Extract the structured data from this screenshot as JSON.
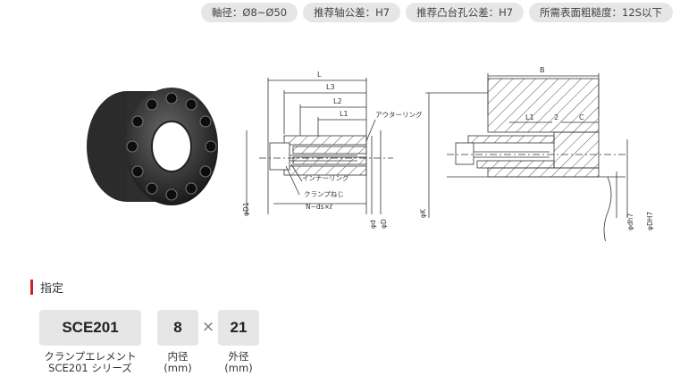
{
  "spec_tags": [
    "軸径：Ø8~Ø50",
    "推荐轴公差：H7",
    "推荐凸台孔公差：H7",
    "所需表面粗糙度：12S以下"
  ],
  "diagram": {
    "left": {
      "L": "L",
      "L3": "L3",
      "L2": "L2",
      "L1": "L1",
      "outer_ring": "アウターリング",
      "inner_ring": "インナーリング",
      "clamp_screw": "クランプねじ",
      "screw_spec": "N−ds×ℓ",
      "phi_d1": "φD1",
      "phi_d": "φd",
      "phi_D": "φD"
    },
    "right": {
      "B": "B",
      "L1": "L1",
      "two": "2",
      "C": "C",
      "phi_K": "φK",
      "phi_dh7": "φdh7",
      "phi_DH7": "φDH7"
    }
  },
  "selection": {
    "title": "指定",
    "model": {
      "value": "SCE201",
      "caption_line1": "クランプエレメント",
      "caption_line2": "SCE201 シリーズ"
    },
    "times": "×",
    "inner": {
      "value": "8",
      "caption_line1": "内径",
      "caption_line2": "(mm)"
    },
    "outer": {
      "value": "21",
      "caption_line1": "外径",
      "caption_line2": "(mm)"
    }
  },
  "colors": {
    "accent_bar": "#cc1f2a",
    "box_bg": "#e6e6e6",
    "tag_bg": "#e6e6e6"
  }
}
